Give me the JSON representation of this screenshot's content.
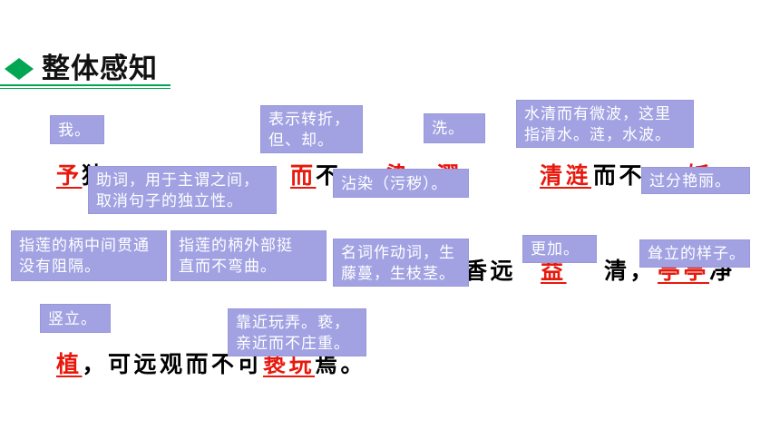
{
  "title": "整体感知",
  "icons": {
    "title_marker": "diamond-icon"
  },
  "colors": {
    "accent_green": "#00a651",
    "keyword_red": "#e8180c",
    "body_text": "#000000",
    "note_fill": "#a2a2e3",
    "note_text": "#ffffff",
    "background": "#ffffff"
  },
  "passage": {
    "line1": [
      {
        "text": "予",
        "key": true
      },
      {
        "text": "独",
        "key": false
      },
      {
        "text": "而",
        "key": true
      },
      {
        "text": "不",
        "key": false
      },
      {
        "text": "染",
        "key": true
      },
      {
        "text": "濯",
        "key": true
      },
      {
        "text": "清涟",
        "key": true
      },
      {
        "text": "而不",
        "key": false
      },
      {
        "text": "妖",
        "key": true
      }
    ],
    "line2": [
      {
        "text": "香远",
        "key": false
      },
      {
        "text": "益",
        "key": true
      },
      {
        "text": "清，",
        "key": false
      },
      {
        "text": "亭亭",
        "key": true
      },
      {
        "text": "净",
        "key": false
      }
    ],
    "line3": [
      {
        "text": "植",
        "key": true
      },
      {
        "text": "，可远观而不可",
        "key": false
      },
      {
        "text": "亵玩",
        "key": true
      },
      {
        "text": "焉。",
        "key": false
      }
    ]
  },
  "notes": [
    {
      "lines": [
        "我。"
      ]
    },
    {
      "lines": [
        "表示转折，",
        "但、却。"
      ]
    },
    {
      "lines": [
        "洗。"
      ]
    },
    {
      "lines": [
        "水清而有微波，这里",
        "指清水。涟，水波。"
      ]
    },
    {
      "lines": [
        "助词，用于主谓之间，",
        "取消句子的独立性。"
      ]
    },
    {
      "lines": [
        "沾染（污秽）。"
      ]
    },
    {
      "lines": [
        "过分艳丽。"
      ]
    },
    {
      "lines": [
        "指莲的柄中间贯通",
        "没有阻隔。"
      ]
    },
    {
      "lines": [
        "指莲的柄外部挺",
        "直而不弯曲。"
      ]
    },
    {
      "lines": [
        "名词作动词，生",
        "藤蔓，生枝茎。"
      ]
    },
    {
      "lines": [
        "更加。"
      ]
    },
    {
      "lines": [
        "耸立的样子。"
      ]
    },
    {
      "lines": [
        "竖立。"
      ]
    },
    {
      "lines": [
        "靠近玩弄。亵，",
        "亲近而不庄重。"
      ]
    }
  ]
}
